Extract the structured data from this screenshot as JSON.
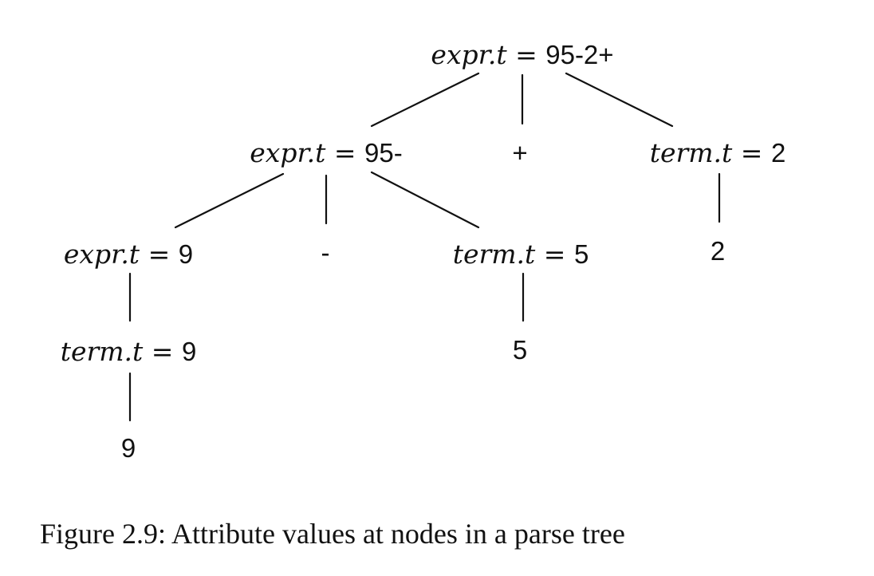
{
  "nodes": {
    "root": {
      "attr": "expr.t",
      "eq": " = ",
      "val": "95-2+"
    },
    "expr_95": {
      "attr": "expr.t",
      "eq": " = ",
      "val": "95-"
    },
    "plus": {
      "val": "+"
    },
    "term_2": {
      "attr": "term.t",
      "eq": " = ",
      "val": "2"
    },
    "expr_9": {
      "attr": "expr.t",
      "eq": " = ",
      "val": "9"
    },
    "minus": {
      "val": "-"
    },
    "term_5": {
      "attr": "term.t",
      "eq": " = ",
      "val": "5"
    },
    "digit_2": {
      "val": "2"
    },
    "term_9": {
      "attr": "term.t",
      "eq": " = ",
      "val": "9"
    },
    "digit_5": {
      "val": "5"
    },
    "digit_9": {
      "val": "9"
    }
  },
  "caption": "Figure 2.9: Attribute values at nodes in a parse tree"
}
